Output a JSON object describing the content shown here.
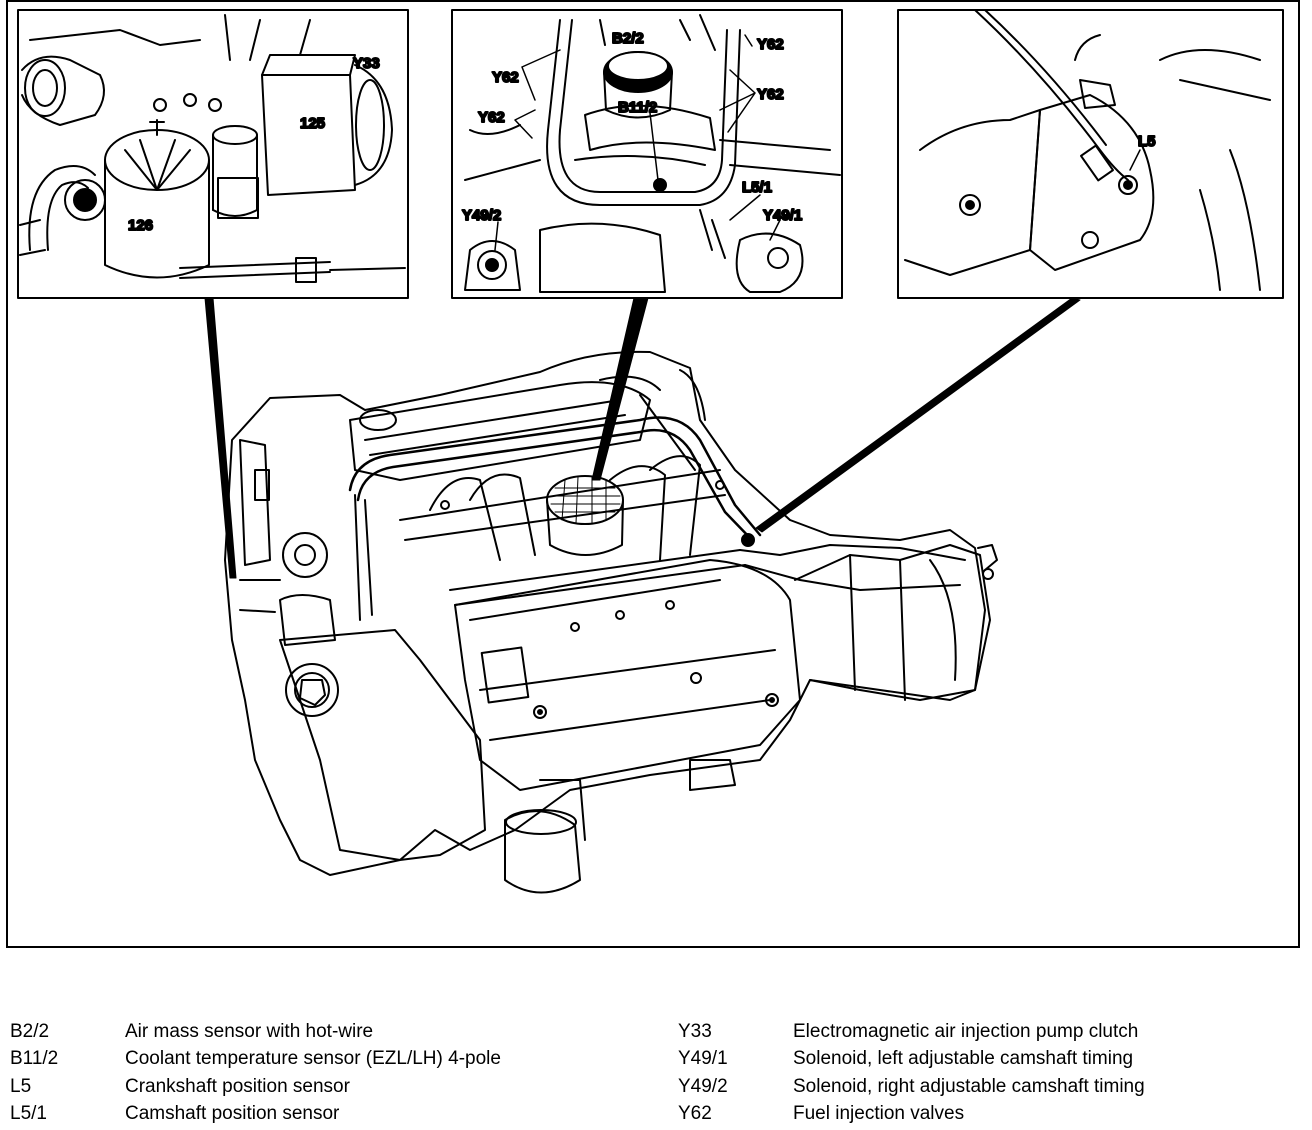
{
  "callouts": {
    "y33": "Y33",
    "c125": "125",
    "c126": "126",
    "b2_2": "B2/2",
    "y62_a": "Y62",
    "y62_b": "Y62",
    "y62_c": "Y62",
    "y62_d": "Y62",
    "b11_2": "B11/2",
    "l5_1": "L5/1",
    "y49_2": "Y49/2",
    "y49_1": "Y49/1",
    "l5": "L5"
  },
  "legend": {
    "left": [
      {
        "code": "B2/2",
        "desc": "Air mass sensor with hot-wire"
      },
      {
        "code": "B11/2",
        "desc": "Coolant temperature sensor (EZL/LH) 4-pole"
      },
      {
        "code": "L5",
        "desc": "Crankshaft position sensor"
      },
      {
        "code": "L5/1",
        "desc": "Camshaft position sensor"
      }
    ],
    "right": [
      {
        "code": "Y33",
        "desc": "Electromagnetic air injection pump clutch"
      },
      {
        "code": "Y49/1",
        "desc": "Solenoid, left adjustable camshaft timing"
      },
      {
        "code": "Y49/2",
        "desc": "Solenoid, right adjustable camshaft timing"
      },
      {
        "code": "Y62",
        "desc": "Fuel injection valves"
      }
    ]
  }
}
